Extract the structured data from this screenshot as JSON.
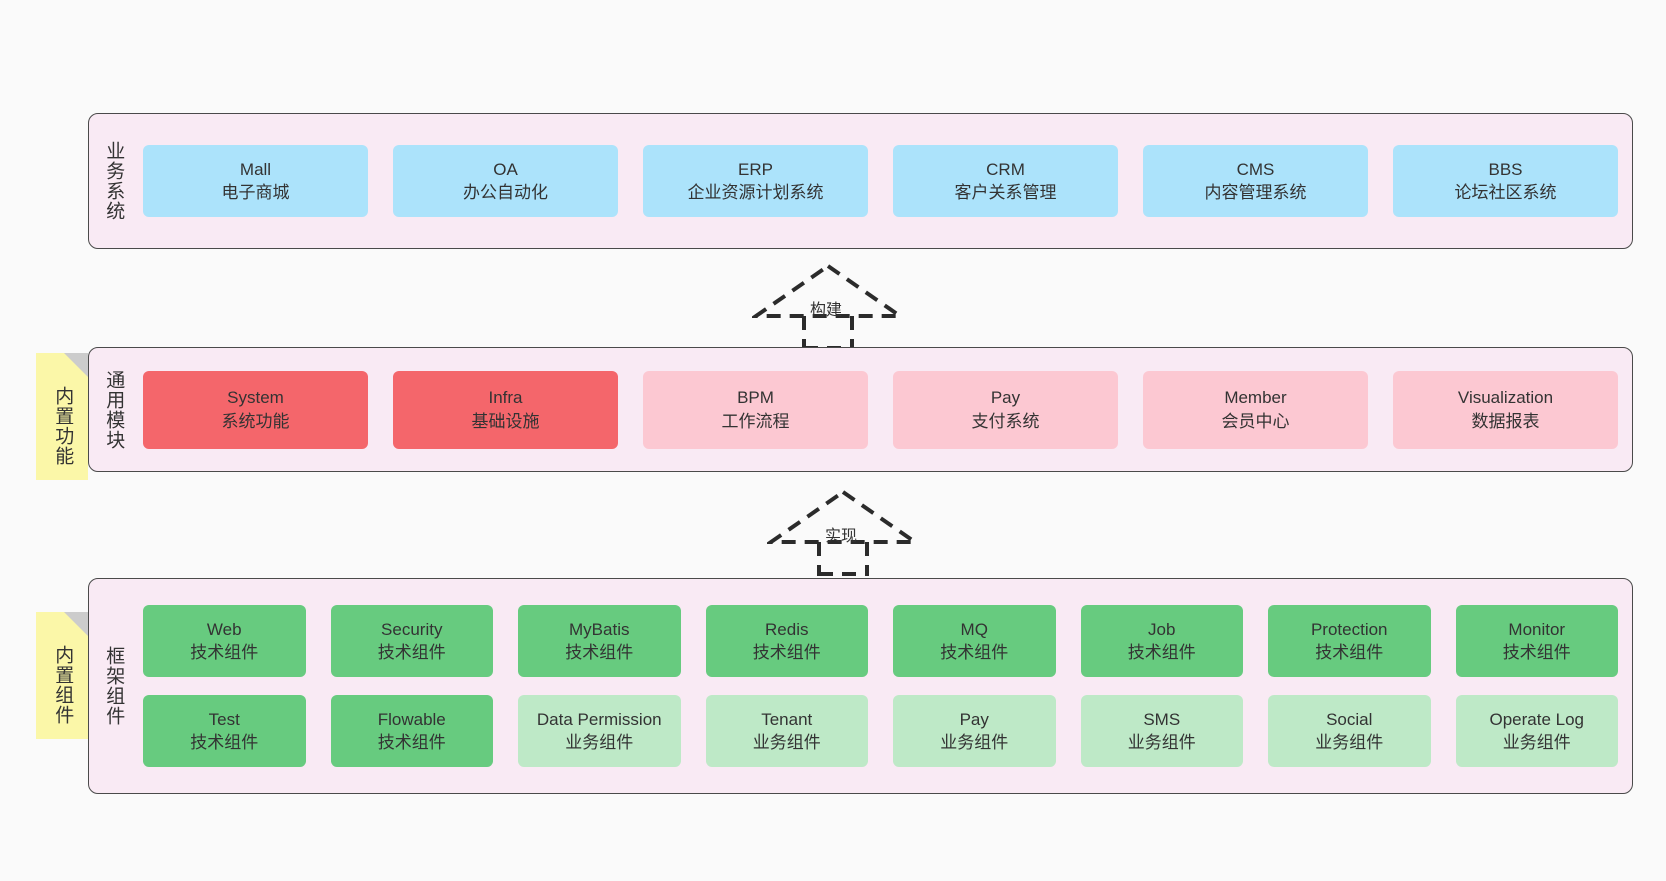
{
  "diagram": {
    "background_color": "#fafafa",
    "panel_color": "#f9eaf4",
    "note_color": "#fbf7a8"
  },
  "layers": [
    {
      "id": "business",
      "title": "业务系统",
      "note": null,
      "rows": [
        {
          "cards": [
            {
              "en": "Mall",
              "cn": "电子商城",
              "color": "#ace3fb",
              "style": "blue"
            },
            {
              "en": "OA",
              "cn": "办公自动化",
              "color": "#ace3fb",
              "style": "blue"
            },
            {
              "en": "ERP",
              "cn": "企业资源计划系统",
              "color": "#ace3fb",
              "style": "blue"
            },
            {
              "en": "CRM",
              "cn": "客户关系管理",
              "color": "#ace3fb",
              "style": "blue"
            },
            {
              "en": "CMS",
              "cn": "内容管理系统",
              "color": "#ace3fb",
              "style": "blue"
            },
            {
              "en": "BBS",
              "cn": "论坛社区系统",
              "color": "#ace3fb",
              "style": "blue"
            }
          ]
        }
      ]
    },
    {
      "id": "module",
      "title": "通用模块",
      "note": "内置功能",
      "rows": [
        {
          "cards": [
            {
              "en": "System",
              "cn": "系统功能",
              "color": "#f4666b",
              "style": "red"
            },
            {
              "en": "Infra",
              "cn": "基础设施",
              "color": "#f4666b",
              "style": "red"
            },
            {
              "en": "BPM",
              "cn": "工作流程",
              "color": "#fcc8d2",
              "style": "pink"
            },
            {
              "en": "Pay",
              "cn": "支付系统",
              "color": "#fcc8d2",
              "style": "pink"
            },
            {
              "en": "Member",
              "cn": "会员中心",
              "color": "#fcc8d2",
              "style": "pink"
            },
            {
              "en": "Visualization",
              "cn": "数据报表",
              "color": "#fcc8d2",
              "style": "pink"
            }
          ]
        }
      ]
    },
    {
      "id": "framework",
      "title": "框架组件",
      "note": "内置组件",
      "rows": [
        {
          "cards": [
            {
              "en": "Web",
              "cn": "技术组件",
              "color": "#67cb7f",
              "style": "green"
            },
            {
              "en": "Security",
              "cn": "技术组件",
              "color": "#67cb7f",
              "style": "green"
            },
            {
              "en": "MyBatis",
              "cn": "技术组件",
              "color": "#67cb7f",
              "style": "green"
            },
            {
              "en": "Redis",
              "cn": "技术组件",
              "color": "#67cb7f",
              "style": "green"
            },
            {
              "en": "MQ",
              "cn": "技术组件",
              "color": "#67cb7f",
              "style": "green"
            },
            {
              "en": "Job",
              "cn": "技术组件",
              "color": "#67cb7f",
              "style": "green"
            },
            {
              "en": "Protection",
              "cn": "技术组件",
              "color": "#67cb7f",
              "style": "green"
            },
            {
              "en": "Monitor",
              "cn": "技术组件",
              "color": "#67cb7f",
              "style": "green"
            }
          ]
        },
        {
          "cards": [
            {
              "en": "Test",
              "cn": "技术组件",
              "color": "#67cb7f",
              "style": "green"
            },
            {
              "en": "Flowable",
              "cn": "技术组件",
              "color": "#67cb7f",
              "style": "green"
            },
            {
              "en": "Data Permission",
              "cn": "业务组件",
              "color": "#bee9c7",
              "style": "lgreen",
              "wrap": true
            },
            {
              "en": "Tenant",
              "cn": "业务组件",
              "color": "#bee9c7",
              "style": "lgreen"
            },
            {
              "en": "Pay",
              "cn": "业务组件",
              "color": "#bee9c7",
              "style": "lgreen"
            },
            {
              "en": "SMS",
              "cn": "业务组件",
              "color": "#bee9c7",
              "style": "lgreen"
            },
            {
              "en": "Social",
              "cn": "业务组件",
              "color": "#bee9c7",
              "style": "lgreen"
            },
            {
              "en": "Operate Log",
              "cn": "业务组件",
              "color": "#bee9c7",
              "style": "lgreen"
            }
          ]
        }
      ]
    }
  ],
  "connectors": [
    {
      "id": "build",
      "label": "构建",
      "style": "dashed-generalization"
    },
    {
      "id": "implement",
      "label": "实现",
      "style": "dashed-generalization"
    }
  ]
}
